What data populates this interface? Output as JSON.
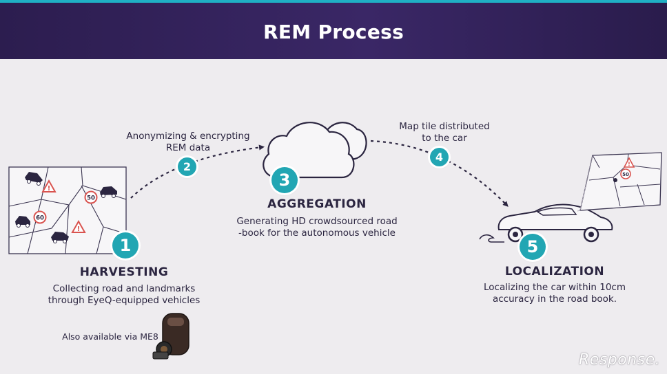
{
  "header": {
    "title": "REM Process"
  },
  "steps": [
    {
      "number": "1",
      "title": "HARVESTING",
      "description_lines": [
        "Collecting road and landmarks",
        "through EyeQ-equipped vehicles"
      ]
    },
    {
      "number": "2",
      "label_lines": [
        "Anonymizing & encrypting",
        "REM data"
      ]
    },
    {
      "number": "3",
      "title": "AGGREGATION",
      "description_lines": [
        "Generating HD crowdsourced road",
        "-book for the autonomous vehicle"
      ]
    },
    {
      "number": "4",
      "label_lines": [
        "Map tile distributed",
        "to the car"
      ]
    },
    {
      "number": "5",
      "title": "LOCALIZATION",
      "description_lines": [
        "Localizing the car within 10cm",
        "accuracy in the road book."
      ]
    }
  ],
  "harvest_map": {
    "speed_signs": [
      "50",
      "60"
    ]
  },
  "localization_map": {
    "speed_sign": "50"
  },
  "me8_note": "Also available via ME8",
  "watermark": "Response.",
  "colors": {
    "accent": "#22a6b3",
    "header_bg": "#2c1d4f",
    "text": "#2b2540",
    "warning": "#d9534f"
  }
}
